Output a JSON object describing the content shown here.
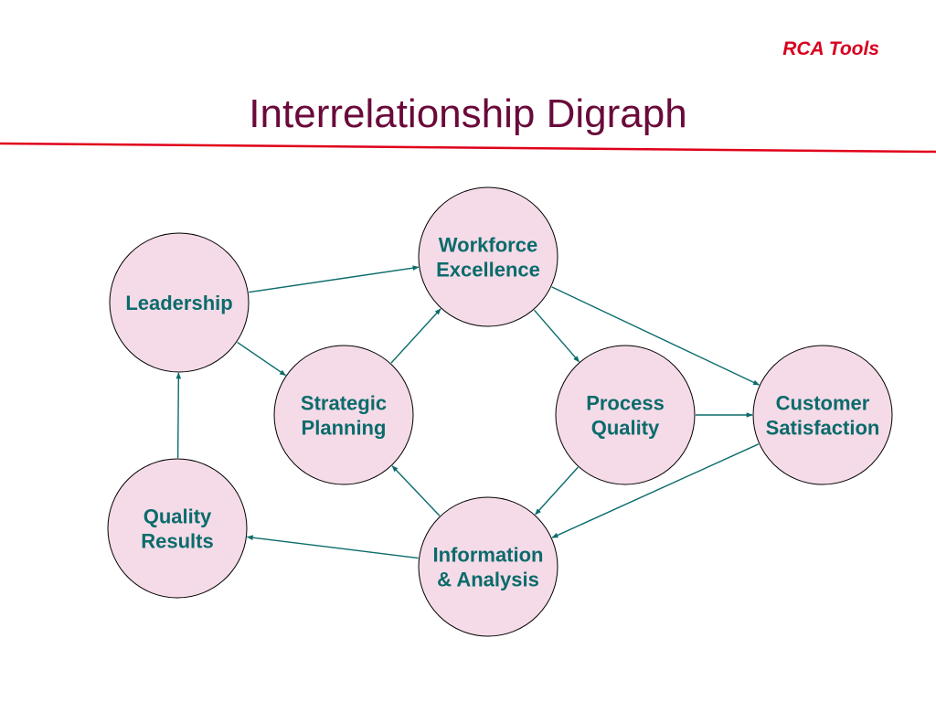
{
  "brand": "RCA Tools",
  "title": "Interrelationship Digraph",
  "colors": {
    "brand": "#d8001f",
    "title": "#6a0a3a",
    "divider": "#e0001a",
    "node_fill": "#f5dbe8",
    "node_text": "#0b6b6b",
    "edge": "#0b6b6b"
  },
  "nodes": [
    {
      "id": "leadership",
      "lines": [
        "Leadership"
      ]
    },
    {
      "id": "workforce",
      "lines": [
        "Workforce",
        "Excellence"
      ]
    },
    {
      "id": "strategic",
      "lines": [
        "Strategic",
        "Planning"
      ]
    },
    {
      "id": "process",
      "lines": [
        "Process",
        "Quality"
      ]
    },
    {
      "id": "customer",
      "lines": [
        "Customer",
        "Satisfaction"
      ]
    },
    {
      "id": "quality",
      "lines": [
        "Quality",
        "Results"
      ]
    },
    {
      "id": "information",
      "lines": [
        "Information",
        "& Analysis"
      ]
    }
  ],
  "edges": [
    {
      "from": "leadership",
      "to": "workforce"
    },
    {
      "from": "leadership",
      "to": "strategic"
    },
    {
      "from": "strategic",
      "to": "workforce"
    },
    {
      "from": "workforce",
      "to": "process"
    },
    {
      "from": "workforce",
      "to": "customer"
    },
    {
      "from": "process",
      "to": "customer"
    },
    {
      "from": "process",
      "to": "information"
    },
    {
      "from": "customer",
      "to": "information"
    },
    {
      "from": "information",
      "to": "strategic"
    },
    {
      "from": "information",
      "to": "quality"
    },
    {
      "from": "quality",
      "to": "leadership"
    }
  ]
}
